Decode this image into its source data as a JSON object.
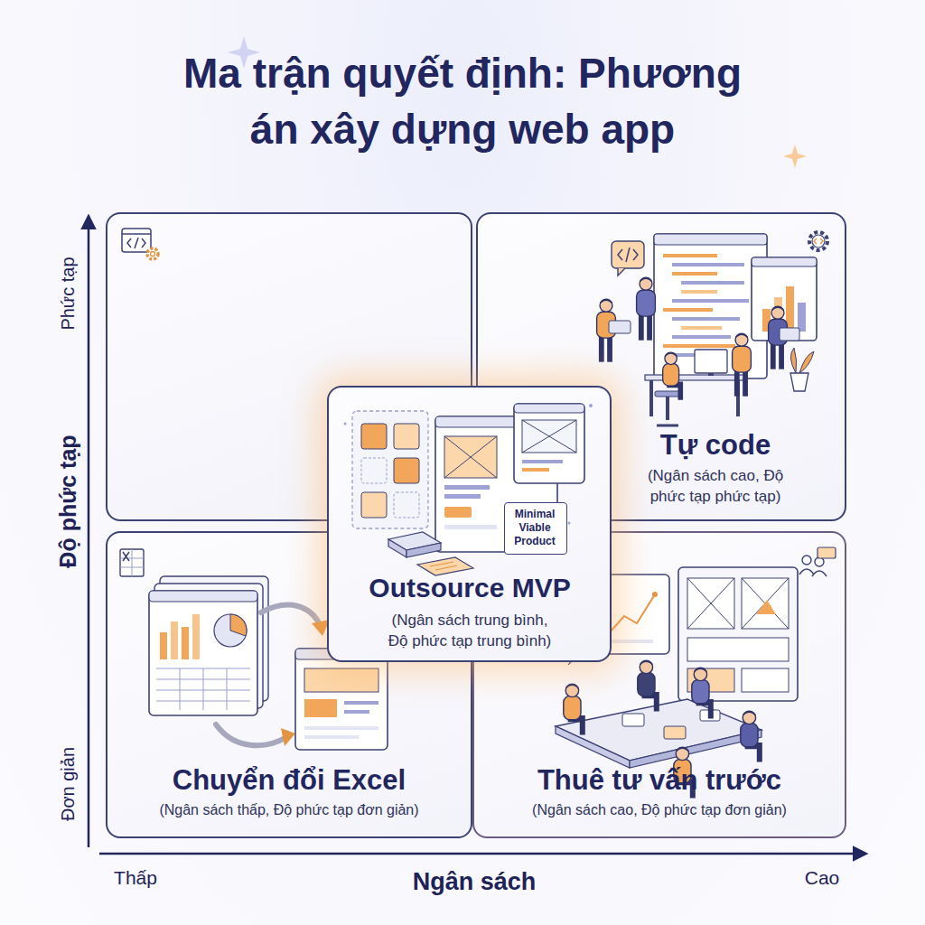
{
  "diagram": {
    "title": "Ma trận quyết định: Phương án xây dựng web app",
    "nodes": [
      {
        "text": [
          "Tự code",
          "(Ngân sách cao, Độ phức tạp phức tạp)"
        ]
      },
      {
        "text": [
          "Outsource MVP",
          "(Ngân sách trung bình, Độ phức tạp trung bình)"
        ]
      },
      {
        "text": [
          "Minimal Viable Product"
        ],
        "in": 1
      },
      {
        "text": [
          "Chuyển đổi Excel",
          "(Ngân sách thấp, Độ phức tạp đơn giản)"
        ]
      },
      {
        "text": [
          "Thuê tư vấn trước",
          "(Ngân sách cao, Độ phức tạp đơn giản)"
        ]
      }
    ],
    "labels": [
      "Phức tạp",
      "Độ phức tạp",
      "Đơn giản",
      "Thấp",
      "Ngân sách",
      "Cao"
    ]
  }
}
